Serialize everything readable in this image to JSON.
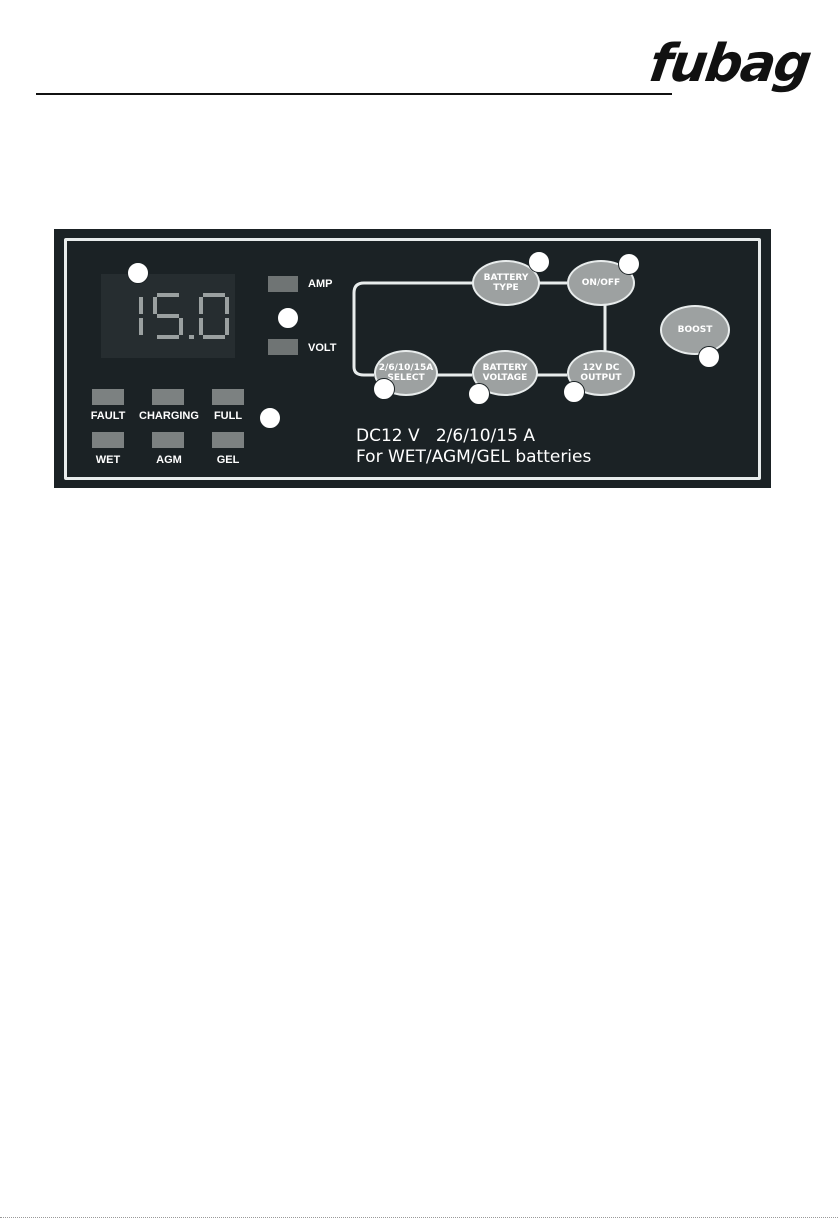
{
  "header": {
    "logo_text": "fubag"
  },
  "panel": {
    "display": {
      "value": "15.0",
      "color": "#9aa0a0"
    },
    "modes": {
      "amp": "AMP",
      "volt": "VOLT"
    },
    "status_leds": [
      "FAULT",
      "CHARGING",
      "FULL"
    ],
    "type_leds": [
      "WET",
      "AGM",
      "GEL"
    ],
    "buttons": {
      "battery_type": [
        "BATTERY",
        "TYPE"
      ],
      "on_off": [
        "ON/OFF"
      ],
      "boost": [
        "BOOST"
      ],
      "select": [
        "2/6/10/15A",
        "SELECT"
      ],
      "battery_voltage": [
        "BATTERY",
        "VOLTAGE"
      ],
      "output": [
        "12V DC",
        "OUTPUT"
      ]
    },
    "spec_line1": "DC12 V   2/6/10/15 A",
    "spec_line2": "For WET/AGM/GEL batteries",
    "colors": {
      "panel": "#1b2225",
      "button": "#9da1a1",
      "frame": "#e8ecec"
    }
  }
}
